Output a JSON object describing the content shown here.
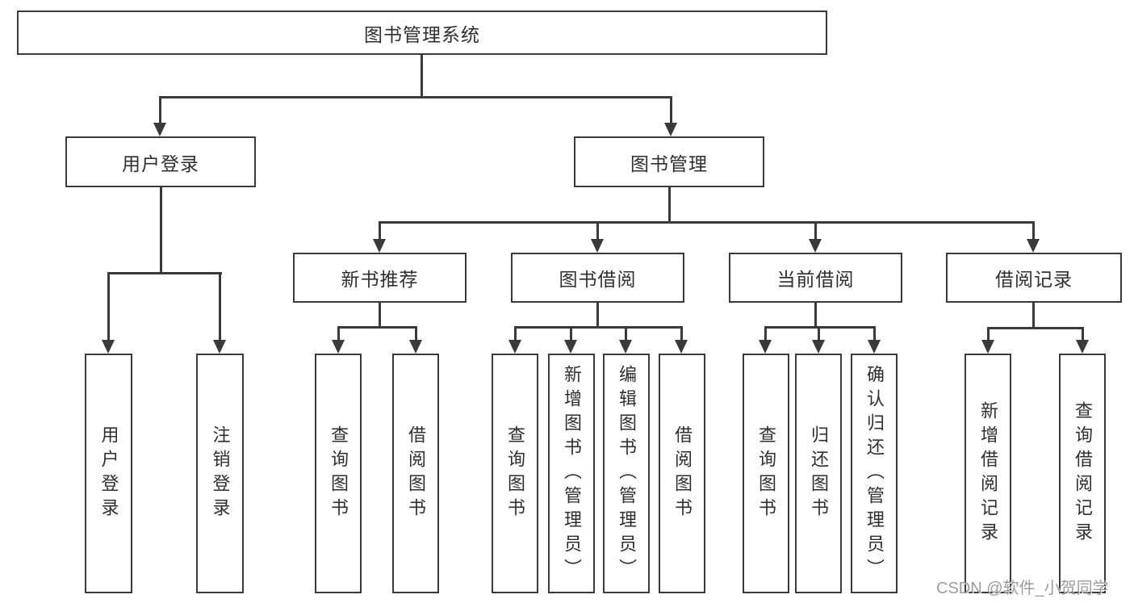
{
  "tree": {
    "root": {
      "label": "图书管理系统"
    },
    "groups": [
      {
        "label": "用户登录",
        "children": [
          {
            "label": "用户登录"
          },
          {
            "label": "注销登录"
          }
        ]
      },
      {
        "label": "图书管理",
        "subgroups": [
          {
            "label": "新书推荐",
            "children": [
              {
                "label": "查询图书"
              },
              {
                "label": "借阅图书"
              }
            ]
          },
          {
            "label": "图书借阅",
            "children": [
              {
                "label": "查询图书"
              },
              {
                "label": "新增图书（管理员）"
              },
              {
                "label": "编辑图书（管理员）"
              },
              {
                "label": "借阅图书"
              }
            ]
          },
          {
            "label": "当前借阅",
            "children": [
              {
                "label": "查询图书"
              },
              {
                "label": "归还图书"
              },
              {
                "label": "确认归还（管理员）"
              }
            ]
          },
          {
            "label": "借阅记录",
            "children": [
              {
                "label": "新增借阅记录"
              },
              {
                "label": "查询借阅记录"
              }
            ]
          }
        ]
      }
    ]
  },
  "watermark": {
    "text": "CSDN @软件_小贺同学"
  },
  "colors": {
    "line": "#3a3a3a",
    "text": "#2f2f2f",
    "background": "#ffffff",
    "watermark": "#8c8c8c"
  }
}
